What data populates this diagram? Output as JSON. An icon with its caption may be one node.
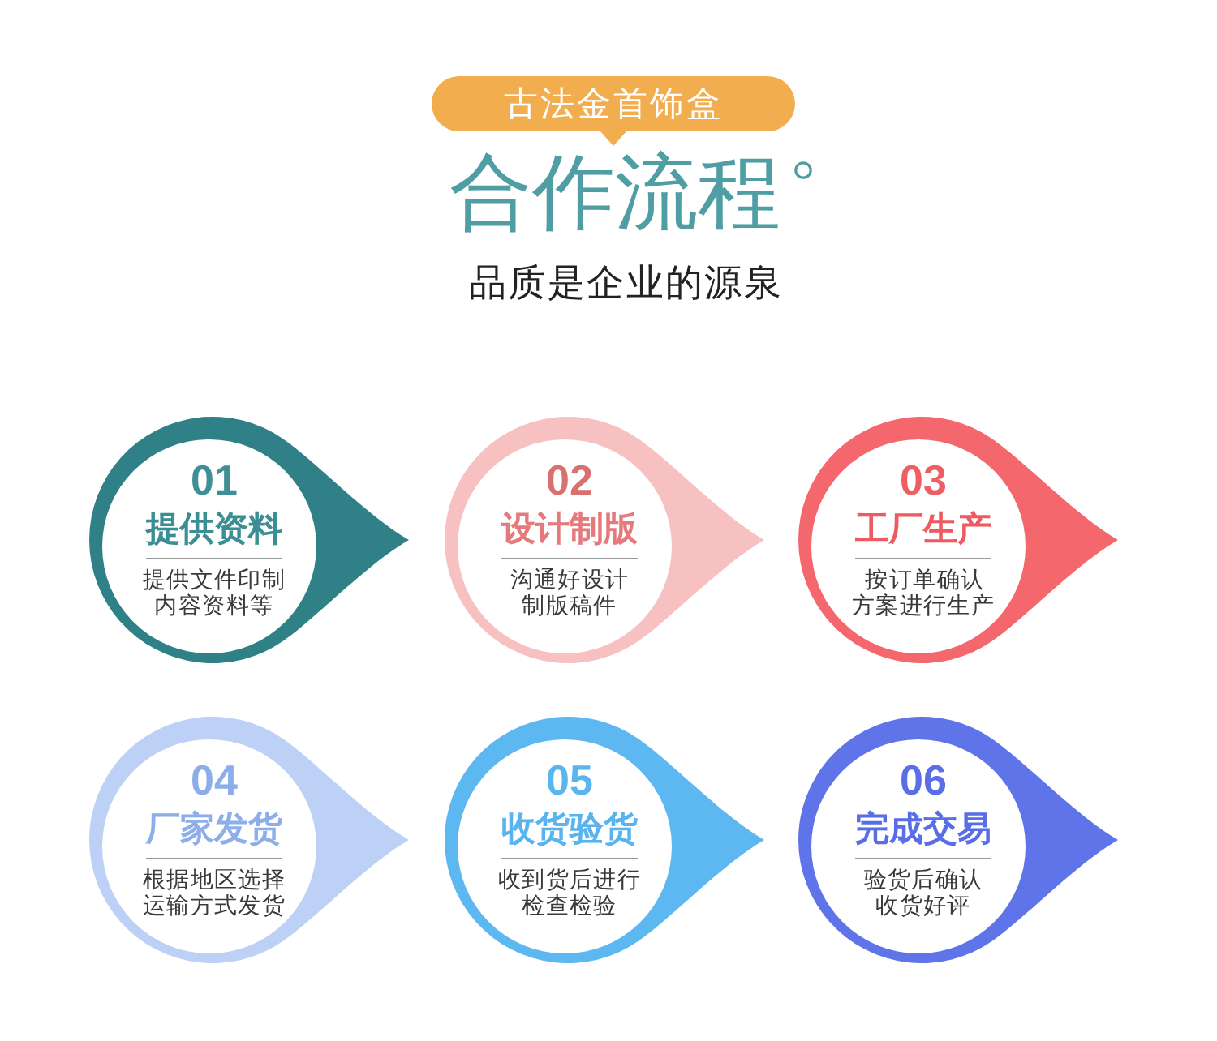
{
  "diagram": {
    "title": "合作流程",
    "nodes": [
      {
        "text": [
          "古法金首饰盒"
        ]
      },
      {
        "text": [
          "01",
          "提供资料",
          "提供文件印制内容资料等"
        ]
      },
      {
        "text": [
          "02",
          "设计制版",
          "沟通好设计制版稿件"
        ]
      },
      {
        "text": [
          "03",
          "工厂生产",
          "按订单确认方案进行生产"
        ]
      },
      {
        "text": [
          "04",
          "厂家发货",
          "根据地区选择运输方式发货"
        ]
      },
      {
        "text": [
          "05",
          "收货验货",
          "收到货后进行检查检验"
        ]
      },
      {
        "text": [
          "06",
          "完成交易",
          "验货后确认收货好评"
        ]
      }
    ],
    "labels": [
      "品质是企业的源泉"
    ]
  }
}
